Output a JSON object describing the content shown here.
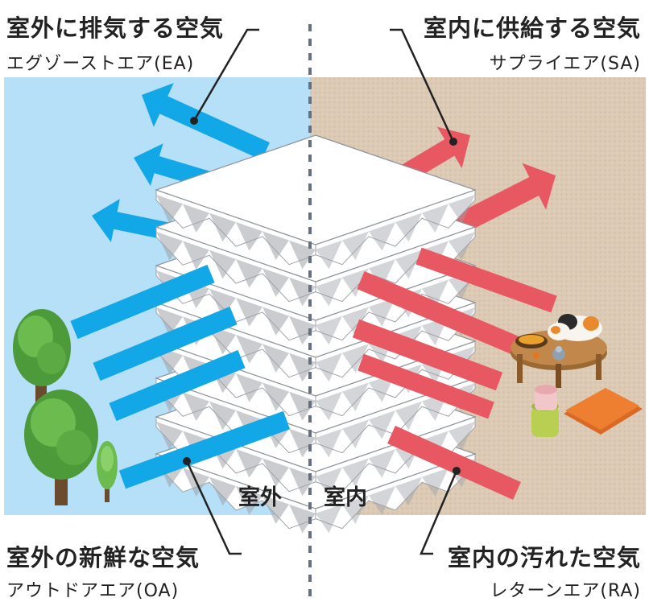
{
  "labels": {
    "exhaust": {
      "title": "室外に排気する空気",
      "subtitle": "エグゾーストエア(EA)"
    },
    "supply": {
      "title": "室内に供給する空気",
      "subtitle": "サプライエア(SA)"
    },
    "outdoor": {
      "title": "室外の新鮮な空気",
      "subtitle": "アウトドアエア(OA)"
    },
    "return": {
      "title": "室内の汚れた空気",
      "subtitle": "レターンエア(RA)"
    }
  },
  "zones": {
    "outside": "室外",
    "inside": "室内"
  },
  "colors": {
    "outside_bg": "#b5e0f8",
    "inside_bg": "#dccab5",
    "blue_arrow": "#12a7e6",
    "red_arrow": "#e85862",
    "core_white": "#ffffff",
    "core_shadow": "#9ea2a8"
  }
}
